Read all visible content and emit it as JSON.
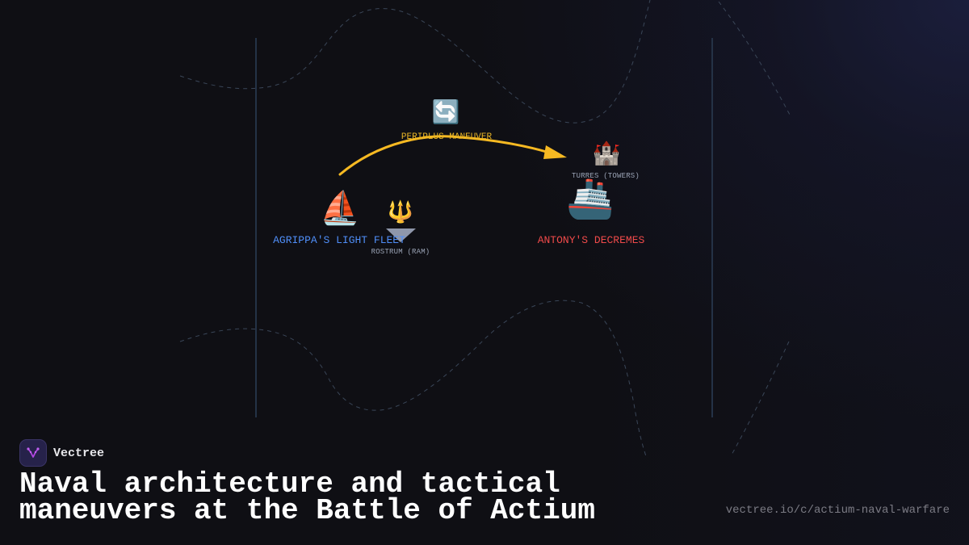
{
  "diagram": {
    "maneuver": {
      "icon": "🔄",
      "icon_name": "repeat-arrows-icon",
      "label": "PERIPLUS MANEUVER",
      "arrow_color": "#f6b922"
    },
    "towers": {
      "icon": "🏰",
      "icon_name": "castle-icon",
      "label": "TURRES (TOWERS)"
    },
    "rostrum": {
      "icon": "🔱",
      "icon_name": "trident-icon",
      "label": "ROSTRUM (RAM)",
      "ram_color": "#8f97ab"
    },
    "agrippa": {
      "icon": "⛵",
      "icon_name": "sailboat-icon",
      "label": "AGRIPPA'S LIGHT FLEET",
      "color": "#4f8ef7"
    },
    "antony": {
      "icon": "🚢",
      "icon_name": "ship-icon",
      "label": "ANTONY'S DECREMES",
      "color": "#ef4a4a"
    }
  },
  "footer": {
    "brand_name": "Vectree",
    "title": "Naval architecture and tactical maneuvers at the Battle of Actium",
    "url": "vectree.io/c/actium-naval-warfare"
  }
}
